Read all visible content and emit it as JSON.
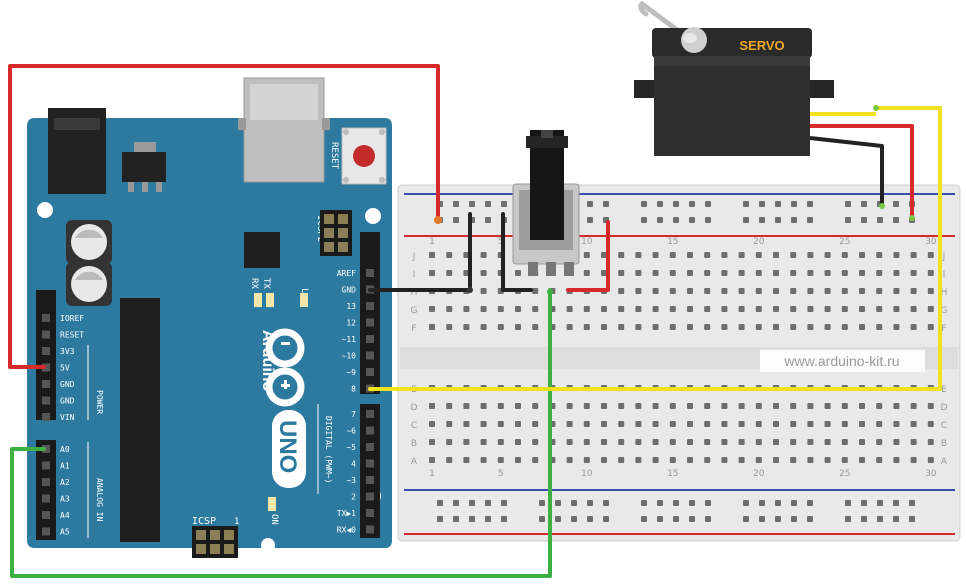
{
  "board": {
    "reset_label": "RESET",
    "icsp2_label": "ICSP2",
    "tx_label": "TX",
    "rx_label": "RX",
    "l_label": "L",
    "brand": "Arduino",
    "model": "UNO",
    "on_label": "ON",
    "icsp_label": "ICSP",
    "icsp_pin1": "1",
    "power_label": "POWER",
    "analog_label": "ANALOG IN",
    "digital_label": "DIGITAL (PWM~)",
    "power_pins": [
      "IOREF",
      "RESET",
      "3V3",
      "5V",
      "GND",
      "GND",
      "VIN"
    ],
    "analog_pins": [
      "A0",
      "A1",
      "A2",
      "A3",
      "A4",
      "A5"
    ],
    "digital_top": [
      "AREF",
      "GND",
      "13",
      "12",
      "~11",
      "~10",
      "~9",
      "8"
    ],
    "digital_bottom": [
      "7",
      "~6",
      "~5",
      "4",
      "~3",
      "2",
      "TX▶1",
      "RX◀0"
    ],
    "colors": {
      "pcb": "#2d7aa0",
      "silk": "#ffffff"
    }
  },
  "breadboard": {
    "rows_top": [
      "J",
      "I",
      "H",
      "G",
      "F"
    ],
    "rows_bottom": [
      "E",
      "D",
      "C",
      "B",
      "A"
    ],
    "col_marks": [
      "1",
      "5",
      "10",
      "15",
      "20",
      "25",
      "30"
    ],
    "watermark": "www.arduino-kit.ru"
  },
  "servo": {
    "label": "SERVO"
  },
  "wires": {
    "colors": {
      "red": "#d42a2a",
      "black": "#222222",
      "green": "#3cb043",
      "yellow": "#f2e21d"
    }
  }
}
